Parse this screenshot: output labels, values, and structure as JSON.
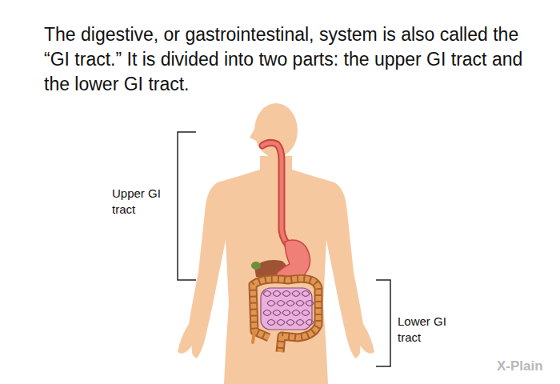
{
  "diagram": {
    "title": "The digestive, or gastrointestinal, system is also called the “GI tract.” It is divided into two parts: the upper GI tract and the lower GI tract.",
    "labels": [
      "Upper GI tract",
      "Lower GI tract",
      "X-Plain"
    ]
  }
}
